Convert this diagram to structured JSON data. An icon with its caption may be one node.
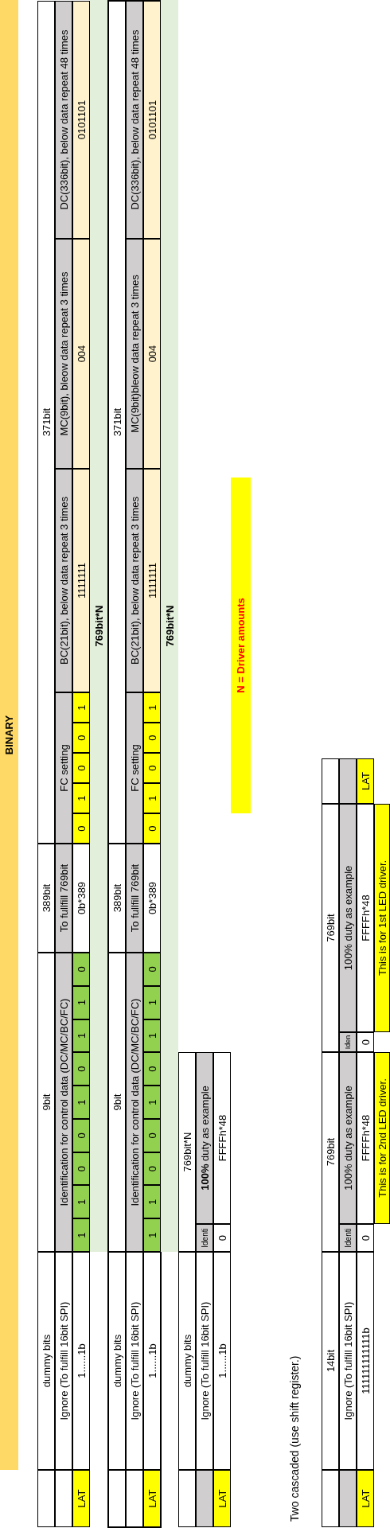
{
  "diagram": {
    "labels": [
      "BINARY",
      "dummy bits",
      "9bit",
      "389bit",
      "371bit",
      "Ignore (To fulfill 16bit SPI)",
      "Identification for control data (DC/MC/BC/FC)",
      "To fullfill 769bit",
      "FC setting",
      "BC(21bit), below data repeat 3 times",
      "MC(9bit), bleow data repeat 3 times",
      "DC(336bit), below data repeat 48 times",
      "LAT",
      "1......1b",
      "1",
      "1",
      "0",
      "0",
      "1",
      "0",
      "1",
      "1",
      "0",
      "0b*389",
      "0",
      "1",
      "0",
      "0",
      "1",
      "1111111",
      "004",
      "0101101",
      "769bit*N",
      "dummy bits",
      "9bit",
      "389bit",
      "371bit",
      "Ignore (To fulfill 16bit SPI)",
      "Identification for control data (DC/MC/BC/FC)",
      "To fullfill 769bit",
      "FC setting",
      "BC(21bit), below data repeat 3 times",
      "MC(9bit)bleow data repeat 3 times",
      "DC(336bit), below data repeat 48 times",
      "LAT",
      "1......1b",
      "1",
      "1",
      "0",
      "0",
      "1",
      "0",
      "1",
      "1",
      "0",
      "0b*389",
      "0",
      "1",
      "0",
      "0",
      "1",
      "1111111",
      "004",
      "0101101",
      "769bit*N",
      "N = Driver amounts",
      "dummy bits",
      "769bit*N",
      "Ignore (To fulfill 16bit SPI)",
      "Identi",
      "**100%** duty as example",
      "LAT",
      "1......1b",
      "0",
      "FFFFh*48",
      "Two cascaded (use shift register.)",
      "14bit",
      "769bit",
      "769bit",
      "Ignore (To fulfill 16bit SPI)",
      "Identi",
      "100% duty as example",
      "Iden",
      "100% duty as example",
      "LAT",
      "111111111111b",
      "0",
      "FFFFh*48",
      "0",
      "FFFFh*48",
      "LAT",
      "This is for 2nd LED driver.",
      "This is for 1st LED driver."
    ]
  }
}
